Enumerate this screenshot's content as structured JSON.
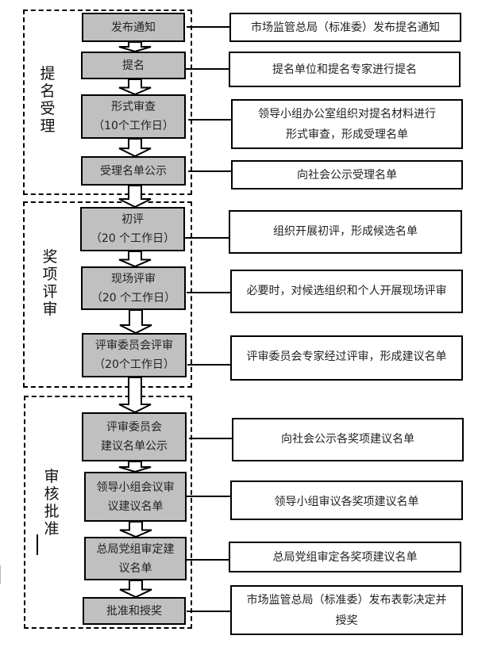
{
  "phases": [
    {
      "label": "提名受理"
    },
    {
      "label": "奖项评审"
    },
    {
      "label": "审核批准"
    }
  ],
  "steps": [
    {
      "lines": [
        "发布通知"
      ],
      "description": [
        "市场监管总局（标准委）发布提名通知"
      ]
    },
    {
      "lines": [
        "提名"
      ],
      "description": [
        "提名单位和提名专家进行提名"
      ]
    },
    {
      "lines": [
        "形式审查",
        "（10个工作日）"
      ],
      "description": [
        "领导小组办公室组织对提名材料进行",
        "形式审查，形成受理名单"
      ]
    },
    {
      "lines": [
        "受理名单公示"
      ],
      "description": [
        "向社会公示受理名单"
      ]
    },
    {
      "lines": [
        "初评",
        "（20 个工作日）"
      ],
      "description": [
        "组织开展初评，形成候选名单"
      ]
    },
    {
      "lines": [
        "现场评审",
        "（20 个工作日）"
      ],
      "description": [
        "必要时，对候选组织和个人开展现场评审"
      ]
    },
    {
      "lines": [
        "评审委员会评审",
        "（20个工作日）"
      ],
      "description": [
        "评审委员会专家经过评审，形成建议名单"
      ]
    },
    {
      "lines": [
        "评审委员会",
        "建议名单公示"
      ],
      "description": [
        "向社会公示各奖项建议名单"
      ]
    },
    {
      "lines": [
        "领导小组会议审",
        "议建议名单"
      ],
      "description": [
        "领导小组审议各奖项建议名单"
      ]
    },
    {
      "lines": [
        "总局党组审定建",
        "议名单"
      ],
      "description": [
        "总局党组审定各奖项建议名单"
      ]
    },
    {
      "lines": [
        "批准和授奖"
      ],
      "description": [
        "市场监管总局（标准委）发布表彰决定并",
        "授奖"
      ]
    }
  ]
}
